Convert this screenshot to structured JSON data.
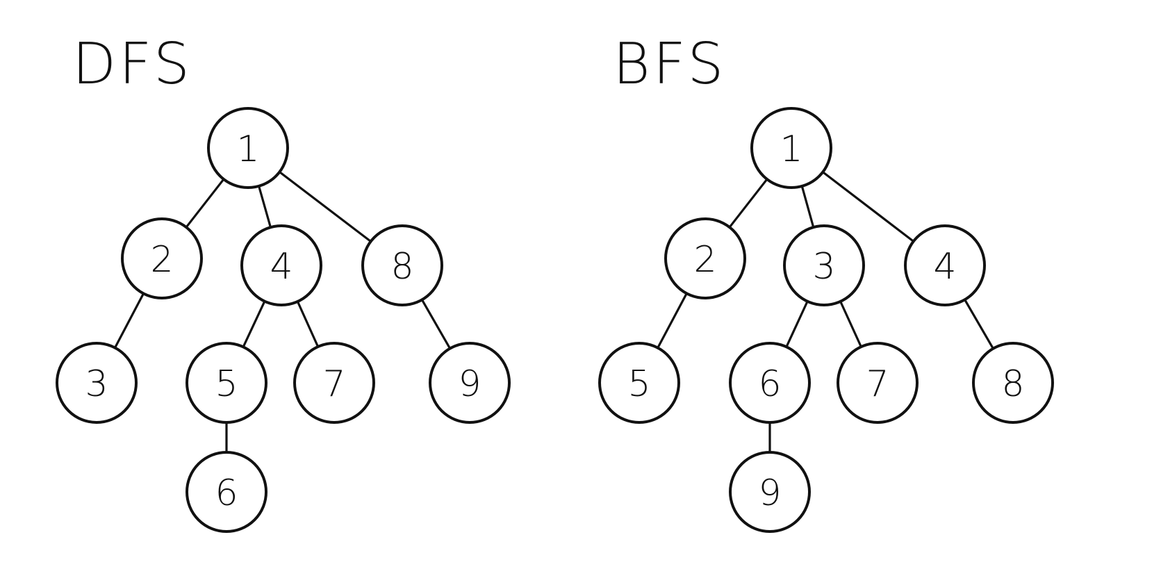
{
  "colors": {
    "ink": "#111111",
    "background": "#ffffff"
  },
  "trees": [
    {
      "title": "DFS",
      "nodes": [
        "1",
        "2",
        "3",
        "4",
        "5",
        "6",
        "7",
        "8",
        "9"
      ],
      "edges": [
        [
          "1",
          "2"
        ],
        [
          "1",
          "4"
        ],
        [
          "1",
          "8"
        ],
        [
          "2",
          "3"
        ],
        [
          "4",
          "5"
        ],
        [
          "4",
          "7"
        ],
        [
          "5",
          "6"
        ],
        [
          "8",
          "9"
        ]
      ]
    },
    {
      "title": "BFS",
      "nodes": [
        "1",
        "2",
        "3",
        "4",
        "5",
        "6",
        "7",
        "8",
        "9"
      ],
      "edges": [
        [
          "1",
          "2"
        ],
        [
          "1",
          "3"
        ],
        [
          "1",
          "4"
        ],
        [
          "2",
          "5"
        ],
        [
          "3",
          "6"
        ],
        [
          "3",
          "7"
        ],
        [
          "4",
          "8"
        ],
        [
          "6",
          "9"
        ]
      ]
    }
  ]
}
